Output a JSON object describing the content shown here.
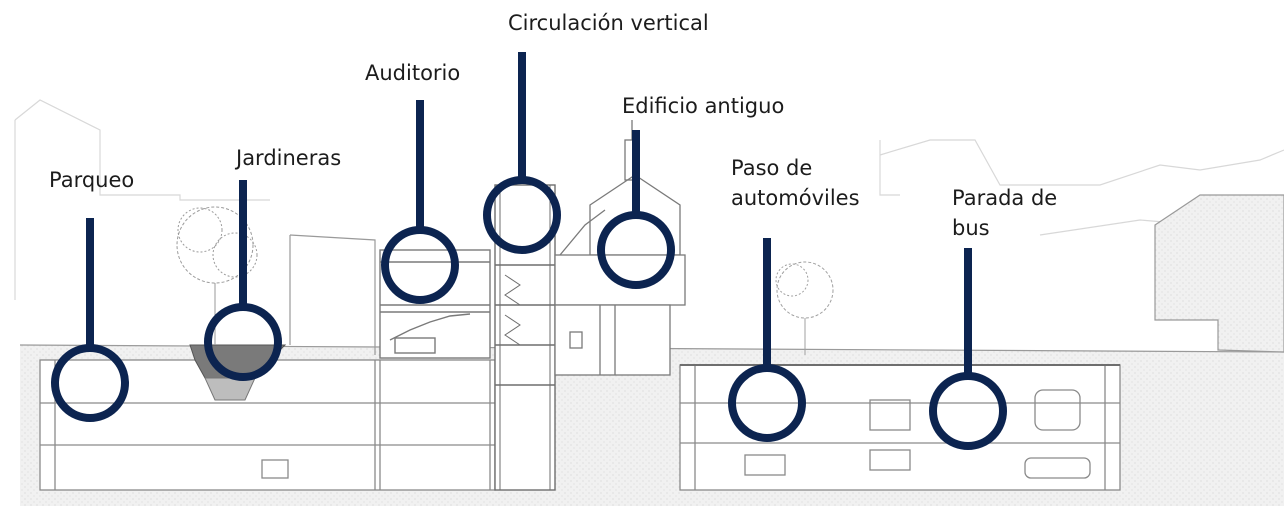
{
  "colors": {
    "marker": "#0c2450",
    "drawing": "#8a8a8a",
    "ground": "#ececec",
    "background": "#ffffff"
  },
  "annotations": [
    {
      "id": "parqueo",
      "label": "Parqueo"
    },
    {
      "id": "jardineras",
      "label": "Jardineras"
    },
    {
      "id": "auditorio",
      "label": "Auditorio"
    },
    {
      "id": "circulacion-vertical",
      "label": "Circulación vertical"
    },
    {
      "id": "edificio-antiguo",
      "label": "Edificio antiguo"
    },
    {
      "id": "paso-automoviles",
      "label_line1": "Paso de",
      "label_line2": "automóviles"
    },
    {
      "id": "parada-bus",
      "label_line1": "Parada de",
      "label_line2": "bus"
    }
  ]
}
